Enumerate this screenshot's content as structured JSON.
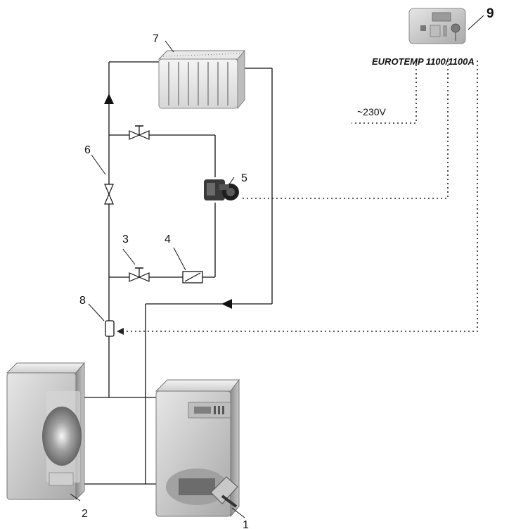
{
  "labels": {
    "boiler": "1",
    "storage_tank": "2",
    "valve_lower": "3",
    "flow_meter": "4",
    "pump": "5",
    "valve_upper": "6",
    "radiator": "7",
    "sensor": "8",
    "controller": "9"
  },
  "controller_name": "EUROTEMP 1100/1100A",
  "power_supply": "~230V"
}
